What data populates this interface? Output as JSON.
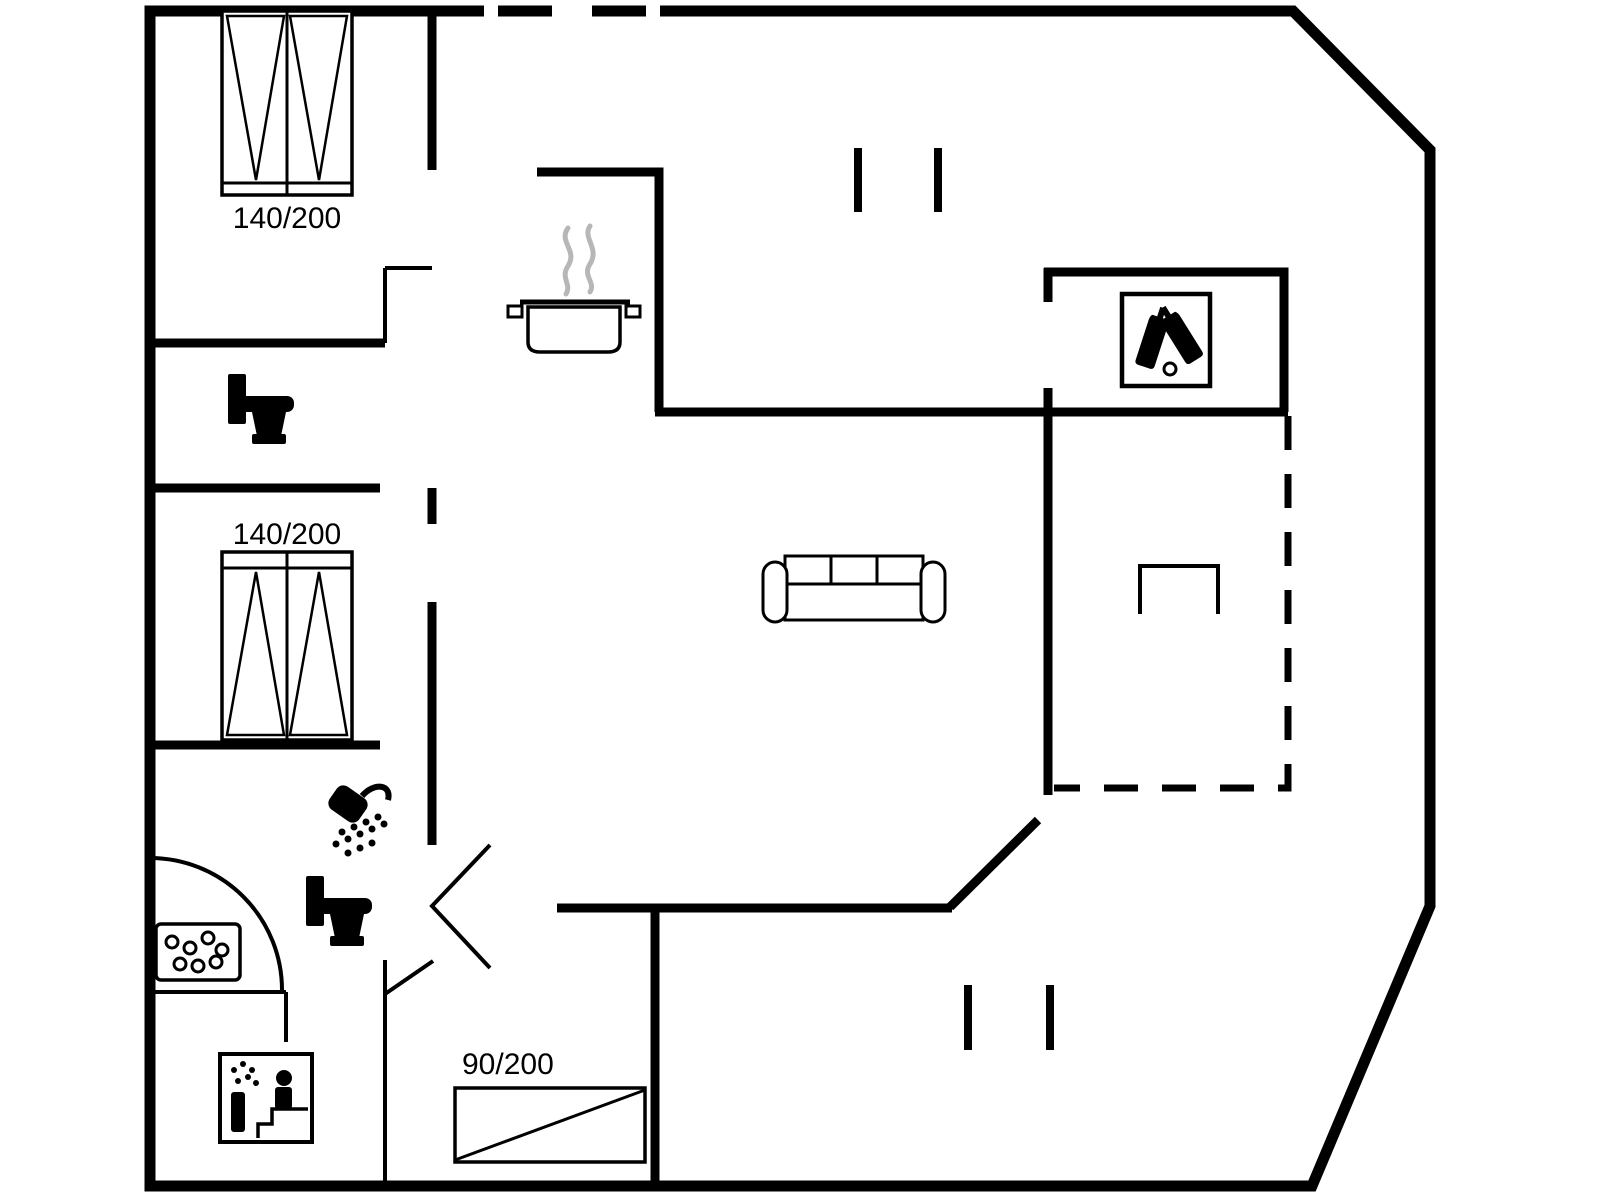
{
  "document": {
    "type": "house-floor-plan",
    "background_color": "#ffffff",
    "wall_color": "#000000",
    "steam_color": "#b7b7b7"
  },
  "labels": {
    "bedroom1_bed_size": "140/200",
    "bedroom2_bed_size": "140/200",
    "bedroom3_bed_size": "90/200"
  },
  "icons": {
    "kitchen": "cooking-pot-with-steam-icon",
    "living_room": "sofa-icon",
    "living_room_table": "table-icon",
    "wc": "toilet-icon",
    "bathroom": [
      "shower-icon",
      "toilet-icon",
      "whirlpool-icon"
    ],
    "sauna": "sauna-icon",
    "annex": "wine-bottles-icon",
    "terrace": "dashed-outline"
  }
}
